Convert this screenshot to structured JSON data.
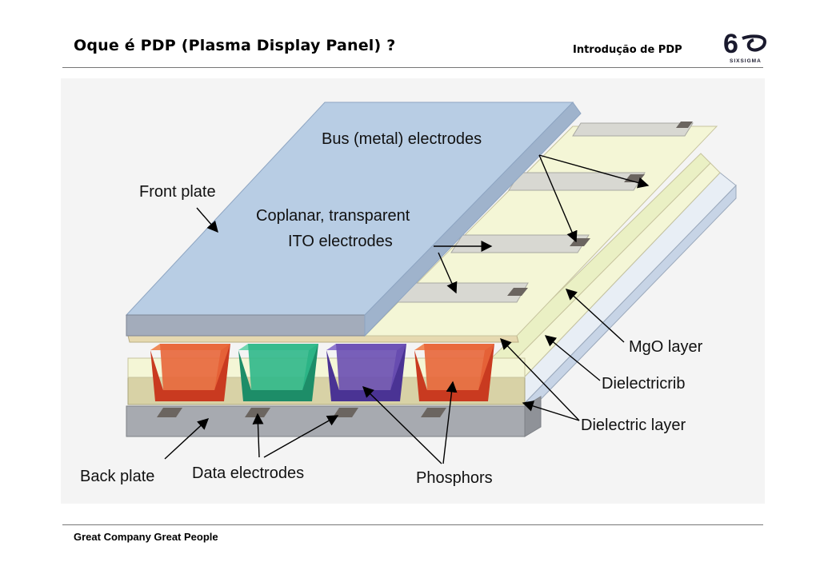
{
  "header": {
    "title": "Oque é PDP (Plasma Display Panel) ?",
    "section": "Introdução de PDP",
    "logo_text": "SIXSIGMA"
  },
  "diagram": {
    "labels": {
      "bus_electrodes": "Bus (metal) electrodes",
      "front_plate": "Front plate",
      "coplanar_line1": "Coplanar, transparent",
      "coplanar_line2": "ITO electrodes",
      "mgo_layer": "MgO layer",
      "dielectric_rib": "Dielectricrib",
      "dielectric_layer": "Dielectric layer",
      "back_plate": "Back plate",
      "data_electrodes": "Data electrodes",
      "phosphors": "Phosphors"
    },
    "colors": {
      "front_plate": "#b8cde4",
      "back_plate": "#a7aab0",
      "layer_cream": "#f4f6d6",
      "rib": "#d8d2a6",
      "phosphor_orange": "#e8663a",
      "phosphor_green": "#2fb88a",
      "phosphor_purple": "#6a4fb2",
      "dielectric_side": "#c7d4e6"
    }
  },
  "footer": {
    "text": "Great Company  Great People"
  }
}
